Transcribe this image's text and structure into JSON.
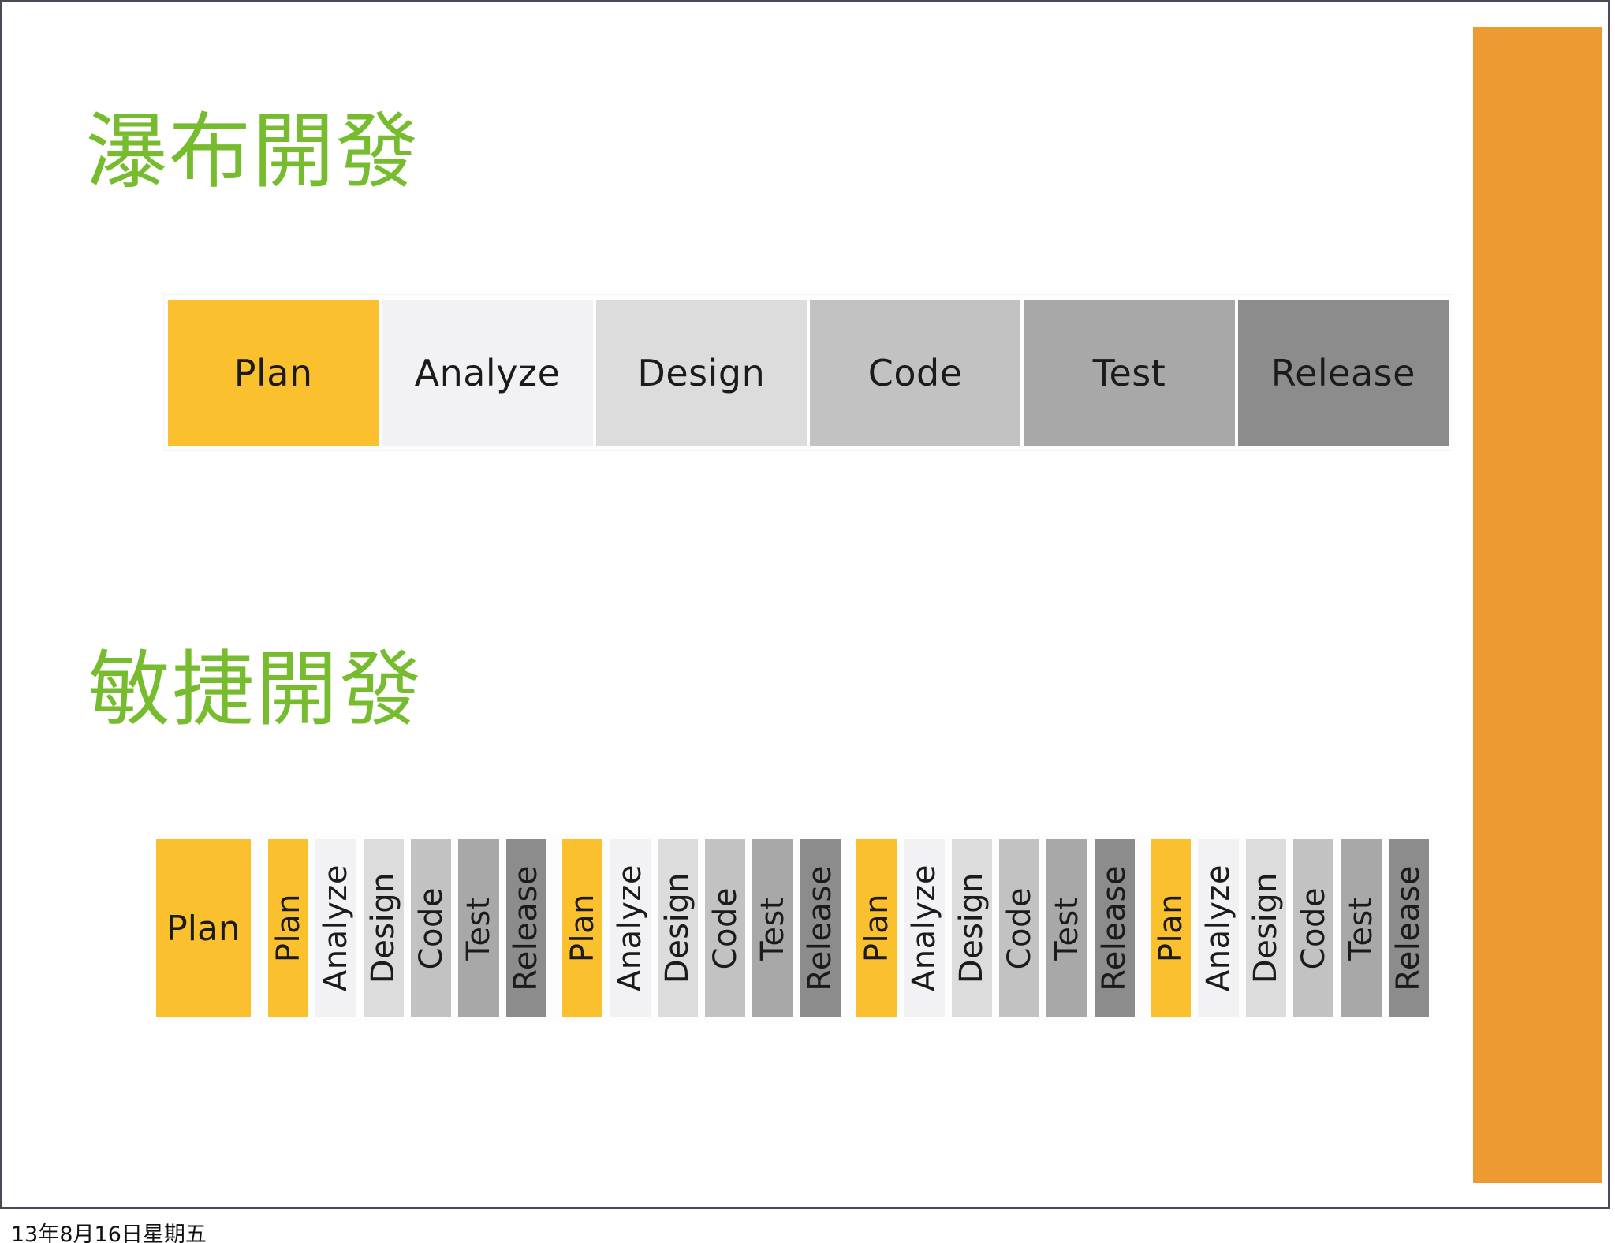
{
  "slide": {
    "background_color": "#ffffff",
    "frame_color": "#4c4855",
    "accent_band_color": "#ed9a33",
    "title_color": "#76bc2e"
  },
  "sections": {
    "waterfall": {
      "title": "瀑布開發",
      "phases": [
        {
          "label": "Plan",
          "color": "#fbc02d"
        },
        {
          "label": "Analyze",
          "color": "#f2f1f3"
        },
        {
          "label": "Design",
          "color": "#dcdcdc"
        },
        {
          "label": "Code",
          "color": "#c2c2c2"
        },
        {
          "label": "Test",
          "color": "#a8a8a8"
        },
        {
          "label": "Release",
          "color": "#8c8c8c"
        }
      ]
    },
    "agile": {
      "title": "敏捷開發",
      "lead": {
        "label": "Plan",
        "color": "#fbc02d"
      },
      "iterations": [
        {
          "phases": [
            {
              "label": "Plan",
              "color": "#fbc02d"
            },
            {
              "label": "Analyze",
              "color": "#f2f1f3"
            },
            {
              "label": "Design",
              "color": "#dcdcdc"
            },
            {
              "label": "Code",
              "color": "#c2c2c2"
            },
            {
              "label": "Test",
              "color": "#a8a8a8"
            },
            {
              "label": "Release",
              "color": "#8c8c8c"
            }
          ]
        },
        {
          "phases": [
            {
              "label": "Plan",
              "color": "#fbc02d"
            },
            {
              "label": "Analyze",
              "color": "#f2f1f3"
            },
            {
              "label": "Design",
              "color": "#dcdcdc"
            },
            {
              "label": "Code",
              "color": "#c2c2c2"
            },
            {
              "label": "Test",
              "color": "#a8a8a8"
            },
            {
              "label": "Release",
              "color": "#8c8c8c"
            }
          ]
        },
        {
          "phases": [
            {
              "label": "Plan",
              "color": "#fbc02d"
            },
            {
              "label": "Analyze",
              "color": "#f2f1f3"
            },
            {
              "label": "Design",
              "color": "#dcdcdc"
            },
            {
              "label": "Code",
              "color": "#c2c2c2"
            },
            {
              "label": "Test",
              "color": "#a8a8a8"
            },
            {
              "label": "Release",
              "color": "#8c8c8c"
            }
          ]
        },
        {
          "phases": [
            {
              "label": "Plan",
              "color": "#fbc02d"
            },
            {
              "label": "Analyze",
              "color": "#f2f1f3"
            },
            {
              "label": "Design",
              "color": "#dcdcdc"
            },
            {
              "label": "Code",
              "color": "#c2c2c2"
            },
            {
              "label": "Test",
              "color": "#a8a8a8"
            },
            {
              "label": "Release",
              "color": "#8c8c8c"
            }
          ]
        }
      ]
    }
  },
  "footer": {
    "date": "13年8月16日星期五"
  }
}
